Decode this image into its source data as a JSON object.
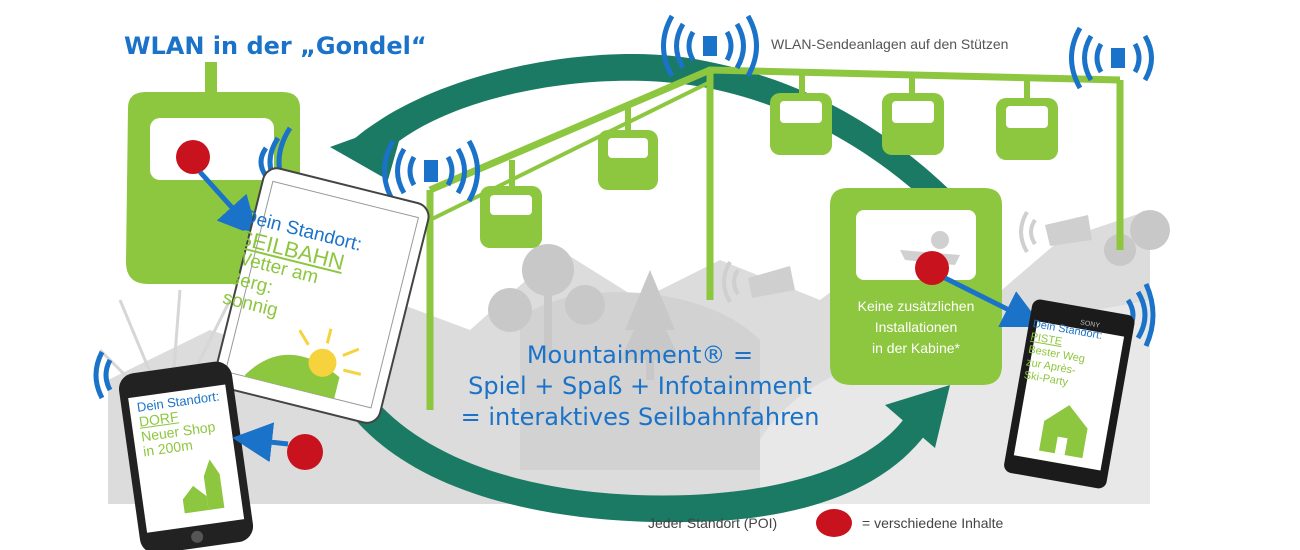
{
  "title": "WLAN in der „Gondel“",
  "wlan_note": "WLAN-Sendeanlagen auf den Stützen",
  "tagline": {
    "line1": "Mountainment® =",
    "line2": "Spiel + Spaß + Infotainment",
    "line3": "= interaktives Seilbahnfahren"
  },
  "cabin_note": {
    "line1": "Keine zusätzlichen",
    "line2": "Installationen",
    "line3": "in der Kabine*"
  },
  "tablet": {
    "label": "Dein Standort:",
    "location": "SEILBAHN",
    "line1": "Wetter am",
    "line2": "Berg:",
    "line3": "sonnig"
  },
  "phone_left": {
    "label": "Dein Standort:",
    "location": "DORF",
    "line1": "Neuer Shop",
    "line2": "in 200m"
  },
  "phone_right": {
    "label": "Dein Standort:",
    "location": "PISTE",
    "line1": "Bester Weg",
    "line2": "zur Après-",
    "line3": "Ski-Party",
    "brand": "SONY"
  },
  "legend": {
    "left": "Jeder Standort (POI)",
    "right": "= verschiedene Inhalte"
  },
  "icons": [
    "gondola-icon",
    "wifi-signal-icon",
    "tablet-icon",
    "smartphone-icon",
    "poi-marker-icon",
    "sun-icon",
    "house-icon",
    "church-icon",
    "snow-cannon-icon",
    "skier-icon",
    "tree-icon",
    "cycle-arrow-icon"
  ],
  "colors": {
    "green": "#8dc63f",
    "blue": "#1a73c8",
    "teal": "#1b7a64",
    "red": "#c8121e",
    "gray": "#dcdcdc"
  }
}
